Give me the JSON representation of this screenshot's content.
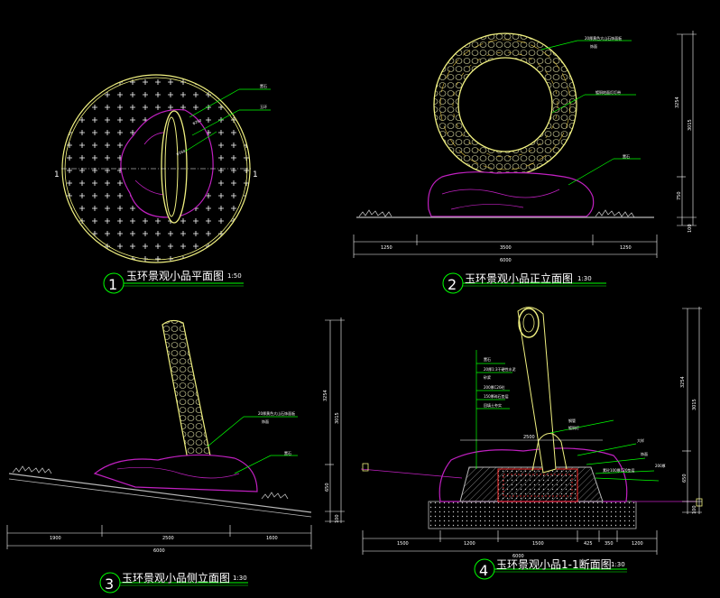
{
  "titles": {
    "plan": "玉环景观小品平面图",
    "front": "玉环景观小品正立面图",
    "side": "玉环景观小品侧立面图",
    "section": "玉环景观小品1-1断面图"
  },
  "scales": {
    "plan": "1:50",
    "front": "1:30",
    "side": "1:30",
    "section": "1:30"
  },
  "view_numbers": {
    "plan": "1",
    "front": "2",
    "side": "3",
    "section": "4"
  },
  "section_marks": {
    "left": "1",
    "right": "1"
  },
  "plan_notes": {
    "rock": "置石",
    "ring": "玉环",
    "dim_a": "φ260",
    "dim_b": "φ160"
  },
  "front_notes": {
    "n1": "20厚黄色大山石饰面板",
    "n2": "饰面",
    "n3": "镀铜地面灯灯带",
    "rock": "置石"
  },
  "side_notes": {
    "n1": "20厚黄色大山石饰面板",
    "n2": "饰面",
    "rock": "置石"
  },
  "section_notes": {
    "n1": "置石",
    "n2": "20厚1:3干硬性水泥",
    "n3": "砂浆",
    "n4": "200厚C20砼",
    "n5": "150厚碎石垫层",
    "n6": "回填土夯实",
    "n7": "钢管",
    "n8": "镀铜灯",
    "n9": "饰面",
    "n10": "素砼100厚C20垫层",
    "n11": "200厚",
    "n12": "大样"
  },
  "front_dims": {
    "bottom": [
      "1250",
      "3500",
      "1250"
    ],
    "total": "6000",
    "right": [
      "3254",
      "3015",
      "750",
      "100"
    ]
  },
  "side_dims": {
    "bottom": [
      "1900",
      "2500",
      "1600"
    ],
    "total": "6000",
    "right": [
      "3254",
      "3015",
      "650",
      "100"
    ]
  },
  "section_dims": {
    "bottom": [
      "1500",
      "1200",
      "1500",
      "425",
      "350",
      "1200"
    ],
    "total": "6000",
    "right": [
      "3254",
      "3015",
      "650",
      "100"
    ],
    "mid": "2500"
  },
  "colors": {
    "ring": "#f0f080",
    "rock": "#c020c0",
    "dim": "#ffffff",
    "ground": "#b8b8b8",
    "line": "#00ff00",
    "red": "#ff3030"
  }
}
